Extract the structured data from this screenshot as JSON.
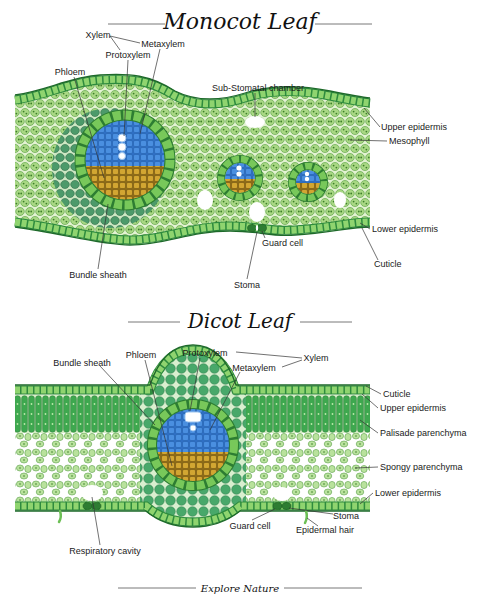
{
  "diagram": {
    "title": "Monocot Leaf",
    "caption": "Explore Nature",
    "labels": [
      "Xylem",
      "Protoxylem",
      "Metaxylem",
      "Phloem",
      "Sub-Stomatal chamber",
      "Upper epidermis",
      "Mesophyll",
      "Lower epidermis",
      "Guard cell",
      "Cuticle",
      "Bundle sheath",
      "Stoma",
      "Dicot Leaf",
      "Phloem",
      "Protoxylem",
      "Xylem",
      "Bundle sheath",
      "Metaxylem",
      "Cuticle",
      "Upper epidermis",
      "Palisade parenchyma",
      "Spongy parenchyma",
      "Lower epidermis",
      "Stoma",
      "Guard cell",
      "Epidermal hair",
      "Respiratory cavity"
    ]
  }
}
